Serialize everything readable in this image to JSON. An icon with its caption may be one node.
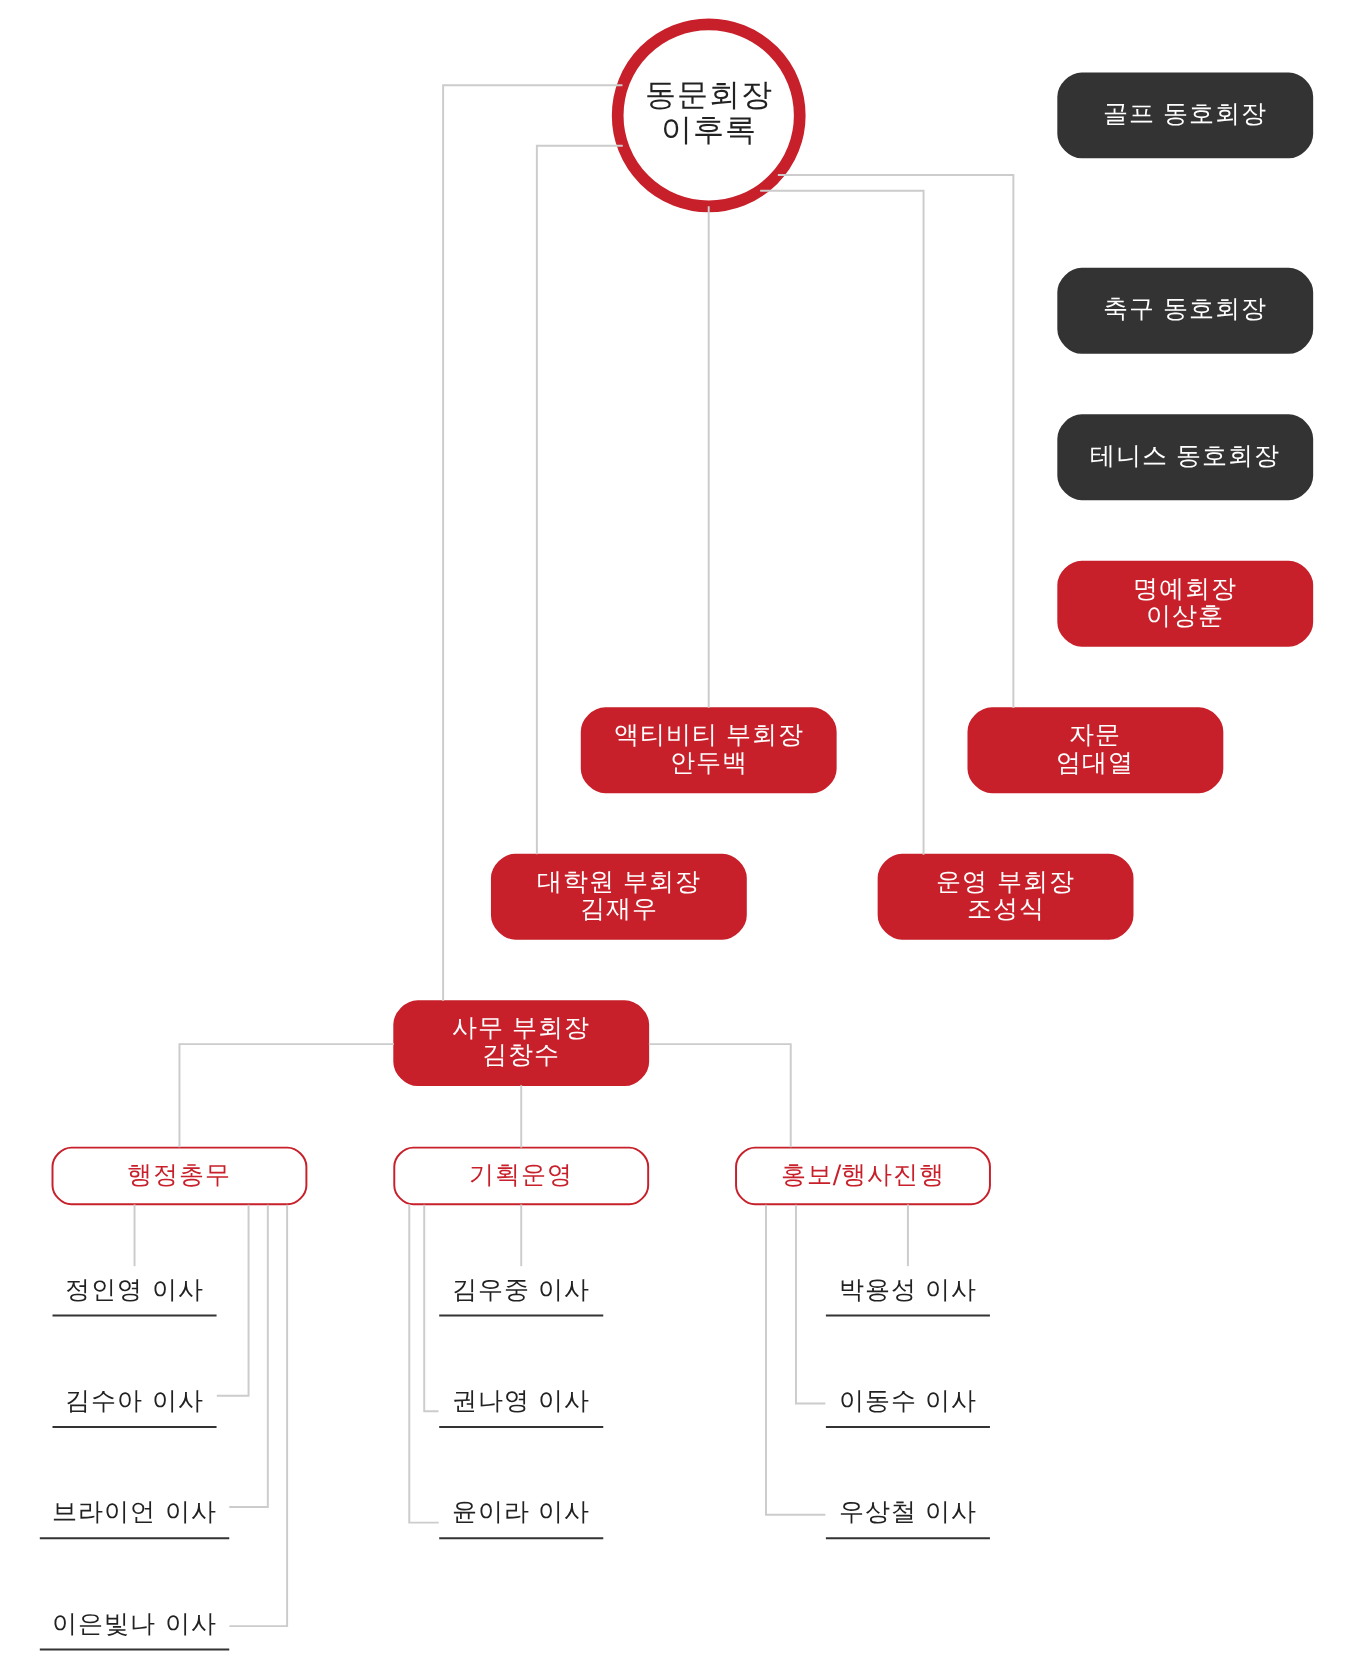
{
  "diagram": {
    "nodes": [
      {
        "text": [
          "동문회장",
          "이후록"
        ]
      },
      {
        "text": [
          "골프 동호회장"
        ]
      },
      {
        "text": [
          "축구 동호회장"
        ]
      },
      {
        "text": [
          "테니스 동호회장"
        ]
      },
      {
        "text": [
          "명예회장",
          "이상훈"
        ]
      },
      {
        "text": [
          "액티비티 부회장",
          "안두백"
        ]
      },
      {
        "text": [
          "자문",
          "엄대열"
        ]
      },
      {
        "text": [
          "대학원 부회장",
          "김재우"
        ]
      },
      {
        "text": [
          "운영 부회장",
          "조성식"
        ]
      },
      {
        "text": [
          "사무 부회장",
          "김창수"
        ]
      },
      {
        "text": [
          "행정총무"
        ]
      },
      {
        "text": [
          "기획운영"
        ]
      },
      {
        "text": [
          "홍보/행사진행"
        ]
      },
      {
        "text": [
          "정인영 이사"
        ]
      },
      {
        "text": [
          "김수아 이사"
        ]
      },
      {
        "text": [
          "브라이언 이사"
        ]
      },
      {
        "text": [
          "이은빛나 이사"
        ]
      },
      {
        "text": [
          "김우중 이사"
        ]
      },
      {
        "text": [
          "권나영 이사"
        ]
      },
      {
        "text": [
          "윤이라 이사"
        ]
      },
      {
        "text": [
          "박용성 이사"
        ]
      },
      {
        "text": [
          "이동수 이사"
        ]
      },
      {
        "text": [
          "우상철 이사"
        ]
      }
    ],
    "edges": [
      {
        "from": 0,
        "to": 5,
        "arrow": "none"
      },
      {
        "from": 0,
        "to": 6,
        "arrow": "none"
      },
      {
        "from": 0,
        "to": 7,
        "arrow": "none"
      },
      {
        "from": 0,
        "to": 8,
        "arrow": "none"
      },
      {
        "from": 0,
        "to": 9,
        "arrow": "none"
      },
      {
        "from": 9,
        "to": 10,
        "arrow": "none"
      },
      {
        "from": 9,
        "to": 11,
        "arrow": "none"
      },
      {
        "from": 9,
        "to": 12,
        "arrow": "none"
      },
      {
        "from": 10,
        "to": 13,
        "arrow": "none"
      },
      {
        "from": 10,
        "to": 14,
        "arrow": "none"
      },
      {
        "from": 10,
        "to": 15,
        "arrow": "none"
      },
      {
        "from": 10,
        "to": 16,
        "arrow": "none"
      },
      {
        "from": 11,
        "to": 17,
        "arrow": "none"
      },
      {
        "from": 11,
        "to": 18,
        "arrow": "none"
      },
      {
        "from": 11,
        "to": 19,
        "arrow": "none"
      },
      {
        "from": 12,
        "to": 20,
        "arrow": "none"
      },
      {
        "from": 12,
        "to": 21,
        "arrow": "none"
      },
      {
        "from": 12,
        "to": 22,
        "arrow": "none"
      }
    ]
  }
}
